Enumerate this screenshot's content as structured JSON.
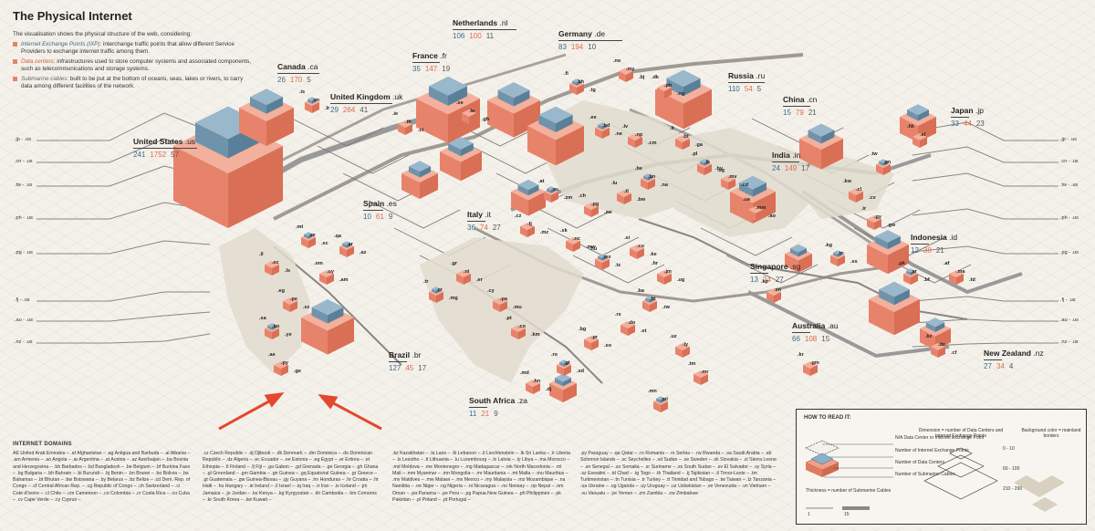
{
  "title": "The Physical Internet",
  "intro": {
    "lead": "The visualisation shows the physical structure of the web, considering:",
    "ixp_term": "Internet Exchange Points (IXP)",
    "ixp_text": ": interchange traffic points that allow different Service Providers to exchange internet traffic among them.",
    "dc_term": "Data centers",
    "dc_text": ": infrastructures used to store computer systems and associated components, such as telecommunications and storage systems.",
    "sc_term": "Submarine cables",
    "sc_text": ": built to be put at the bottom of oceans, seas, lakes or rivers, to carry data among different facilities of the network."
  },
  "colors": {
    "ixp": "#3d6b8a",
    "dc": "#e06a4a",
    "background": "#f4f1eb",
    "building_red": "#f0a08a",
    "building_blue": "#7a9db5"
  },
  "countries": [
    {
      "id": "us",
      "name": "United States",
      "tld": ".us",
      "ixp": "241",
      "dc": "1752",
      "sc": "57"
    },
    {
      "id": "ca",
      "name": "Canada",
      "tld": ".ca",
      "ixp": "26",
      "dc": "170",
      "sc": "5"
    },
    {
      "id": "uk",
      "name": "United Kingdom",
      "tld": ".uk",
      "ixp": "29",
      "dc": "264",
      "sc": "41"
    },
    {
      "id": "fr",
      "name": "France",
      "tld": ".fr",
      "ixp": "35",
      "dc": "147",
      "sc": "19"
    },
    {
      "id": "nl",
      "name": "Netherlands",
      "tld": ".nl",
      "ixp": "106",
      "dc": "100",
      "sc": "11"
    },
    {
      "id": "de",
      "name": "Germany",
      "tld": ".de",
      "ixp": "83",
      "dc": "194",
      "sc": "10"
    },
    {
      "id": "ru",
      "name": "Russia",
      "tld": ".ru",
      "ixp": "110",
      "dc": "54",
      "sc": "5"
    },
    {
      "id": "cn",
      "name": "China",
      "tld": ".cn",
      "ixp": "15",
      "dc": "79",
      "sc": "21"
    },
    {
      "id": "jp",
      "name": "Japan",
      "tld": ".jp",
      "ixp": "33",
      "dc": "44",
      "sc": "23"
    },
    {
      "id": "in",
      "name": "India",
      "tld": ".in",
      "ixp": "24",
      "dc": "149",
      "sc": "17"
    },
    {
      "id": "es",
      "name": "Spain",
      "tld": ".es",
      "ixp": "10",
      "dc": "61",
      "sc": "9"
    },
    {
      "id": "it",
      "name": "Italy",
      "tld": ".it",
      "ixp": "36",
      "dc": "74",
      "sc": "27"
    },
    {
      "id": "id",
      "name": "Indonesia",
      "tld": ".id",
      "ixp": "12",
      "dc": "38",
      "sc": "21"
    },
    {
      "id": "sg",
      "name": "Singapore",
      "tld": ".sg",
      "ixp": "13",
      "dc": "34",
      "sc": "27"
    },
    {
      "id": "au",
      "name": "Australia",
      "tld": ".au",
      "ixp": "66",
      "dc": "108",
      "sc": "15"
    },
    {
      "id": "nz",
      "name": "New Zealand",
      "tld": ".nz",
      "ixp": "27",
      "dc": "34",
      "sc": "4"
    },
    {
      "id": "br",
      "name": "Brazil",
      "tld": ".br",
      "ixp": "127",
      "dc": "45",
      "sc": "17"
    },
    {
      "id": "za",
      "name": "South Africa",
      "tld": ".za",
      "ixp": "11",
      "dc": "21",
      "sc": "9"
    }
  ],
  "left_links": [
    ".jp - .us",
    ".cn - .us",
    ".tw - .us",
    ".ph - .us",
    ".pg - .us",
    ".fj - .us",
    ".au - .us",
    ".nz - .us"
  ],
  "right_links": [
    ".jp - .us",
    ".cn - .us",
    ".tw - .us",
    ".ph - .us",
    ".pg - .us",
    ".fj - .us",
    ".au - .us",
    ".nz - .us"
  ],
  "small_codes": [
    ".is",
    ".ie",
    ".se",
    ".fi",
    ".no",
    ".dk",
    ".ee",
    ".lv",
    ".lt",
    ".pl",
    ".by",
    ".ua",
    ".be",
    ".lu",
    ".ch",
    ".at",
    ".cz",
    ".sk",
    ".hu",
    ".si",
    ".hr",
    ".ba",
    ".rs",
    ".bg",
    ".ro",
    ".md",
    ".gr",
    ".tr",
    ".cy",
    ".pt",
    ".mt",
    ".il",
    ".eg",
    ".sa",
    ".ae",
    ".om",
    ".qa",
    ".kw",
    ".ir",
    ".pk",
    ".af",
    ".kz",
    ".kg",
    ".uz",
    ".tm",
    ".mn",
    ".kp",
    ".kr",
    ".tw",
    ".hk",
    ".vn",
    ".th",
    ".la",
    ".kh",
    ".my",
    ".ph",
    ".bd",
    ".np",
    ".bt",
    ".lk",
    ".mv",
    ".mm",
    ".bn",
    ".tl",
    ".pg",
    ".vu",
    ".fj",
    ".nc",
    ".mx",
    ".cu",
    ".jm",
    ".ht",
    ".do",
    ".pr",
    ".gt",
    ".hn",
    ".ni",
    ".cr",
    ".pa",
    ".co",
    ".ve",
    ".ec",
    ".pe",
    ".bo",
    ".py",
    ".uy",
    ".ar",
    ".cl",
    ".gy",
    ".sr",
    ".ma",
    ".dz",
    ".tn",
    ".ly",
    ".mr",
    ".ml",
    ".sn",
    ".gm",
    ".gn",
    ".sl",
    ".lr",
    ".ci",
    ".gh",
    ".tg",
    ".bj",
    ".ng",
    ".ne",
    ".cm",
    ".ga",
    ".cg",
    ".cd",
    ".ao",
    ".na",
    ".bw",
    ".zw",
    ".zm",
    ".mz",
    ".mw",
    ".tz",
    ".ke",
    ".ug",
    ".rw",
    ".et",
    ".so",
    ".sd",
    ".dj",
    ".er",
    ".mg",
    ".mu",
    ".km",
    ".sc",
    ".ls",
    ".sz",
    ".ye",
    ".ge",
    ".am",
    ".az",
    ".cv",
    ".gw",
    ".bf",
    ".td",
    ".cf",
    ".ss"
  ],
  "domains_title": "INTERNET DOMAINS",
  "domain_columns": [
    "AE United Arab Emirates – .af Afghanistan – .ag Antigua and Barbuda – .al Albania – .am Armenia – .ao Angola – .ar Argentina – .at Austria – .az Azerbaijan – .ba Bosnia and Herzegovina – .bb Barbados – .bd Bangladesh – .be Belgium – .bf Burkina Faso – .bg Bulgaria – .bh Bahrain – .bi Burundi – .bj Benin – .bn Brunei – .bo Bolivia – .bs Bahamas – .bt Bhutan – .bw Botswana – .by Belarus – .bz Belize – .cd Dem. Rep. of Congo – .cf Central African Rep. – .cg Republic of Congo – .ch Switzerland – .ci Cote d'Ivoire – .cl Chile – .cm Cameroon – .co Colombia – .cr Costa Rica – .cu Cuba – .cv Cape Verde – .cy Cyprus –",
    ".cz Czech Republic – .dj Djibouti – .dk Denmark – .dm Dominica – .do Dominican Republic – .dz Algeria – .ec Ecuador – .ee Estonia – .eg Egypt – .er Eritrea – .et Ethiopia – .fi Finland – .fj Fiji – .ga Gabon – .gd Grenada – .ge Georgia – .gh Ghana – .gl Greenland – .gm Gambia – .gn Guinea – .gq Equatorial Guinea – .gr Greece – .gt Guatemala – .gw Guinea-Bissau – .gy Guyana – .hn Honduras – .hr Croatia – .ht Haiti – .hu Hungary – .ie Ireland – .il Israel – .iq Iraq – .ir Iran – .is Iceland – .jm Jamaica – .jo Jordan – .ke Kenya – .kg Kyrgyzstan – .kh Cambodia – .km Comoros – .kr South Korea – .kw Kuwait –",
    ".kz Kazakhstan – .la Laos – .lb Lebanon – .li Liechtenstein – .lk Sri Lanka – .lr Liberia – .ls Lesotho – .lt Lithuania – .lu Luxembourg – .lv Latvia – .ly Libya – .ma Morocco – .md Moldova – .me Montenegro – .mg Madagascar – .mk North Macedonia – .ml Mali – .mm Myanmar – .mn Mongolia – .mr Mauritania – .mt Malta – .mu Mauritius – .mv Maldives – .mw Malawi – .mx Mexico – .my Malaysia – .mz Mozambique – .na Namibia – .ne Niger – .ng Nigeria – .ni Nicaragua – .no Norway – .np Nepal – .om Oman – .pa Panama – .pe Peru – .pg Papua New Guinea – .ph Philippines – .pk Pakistan – .pl Poland – .pt Portugal –",
    ".py Paraguay – .qa Qatar – .ro Romania – .rs Serbia – .rw Rwanda – .sa Saudi Arabia – .sb Solomon Islands – .sc Seychelles – .sd Sudan – .se Sweden – .sk Slovakia – .sl Sierra Leone – .sn Senegal – .so Somalia – .sr Suriname – .ss South Sudan – .sv El Salvador – .sy Syria – .sz Eswatini – .td Chad – .tg Togo – .th Thailand – .tj Tajikistan – .tl Timor-Leste – .tm Turkmenistan – .tn Tunisia – .tr Turkey – .tt Trinidad and Tobago – .tw Taiwan – .tz Tanzania – .ua Ukraine – .ug Uganda – .uy Uruguay – .uz Uzbekistan – .ve Venezuela – .vn Vietnam – .vu Vanuatu – .ye Yemen – .zm Zambia – .zw Zimbabwe"
  ],
  "legend": {
    "title": "HOW TO READ IT:",
    "na": "N/A Data Center or Internet Exchange Point",
    "ixp_count": "Number of Internet Exchange Points",
    "dc_count": "Number of Data Centers",
    "sc_count": "Number of Submarine Cables",
    "dimension": "Dimension = number of Data Centers and Internet Exchange Points",
    "background": "Background color = mainland borders",
    "thickness": "Thickness = number of Submarine Cables",
    "thick_min": "1",
    "thick_max": "15",
    "sizes": [
      "0 - 10",
      "60 - 100",
      "210 - 290"
    ]
  }
}
